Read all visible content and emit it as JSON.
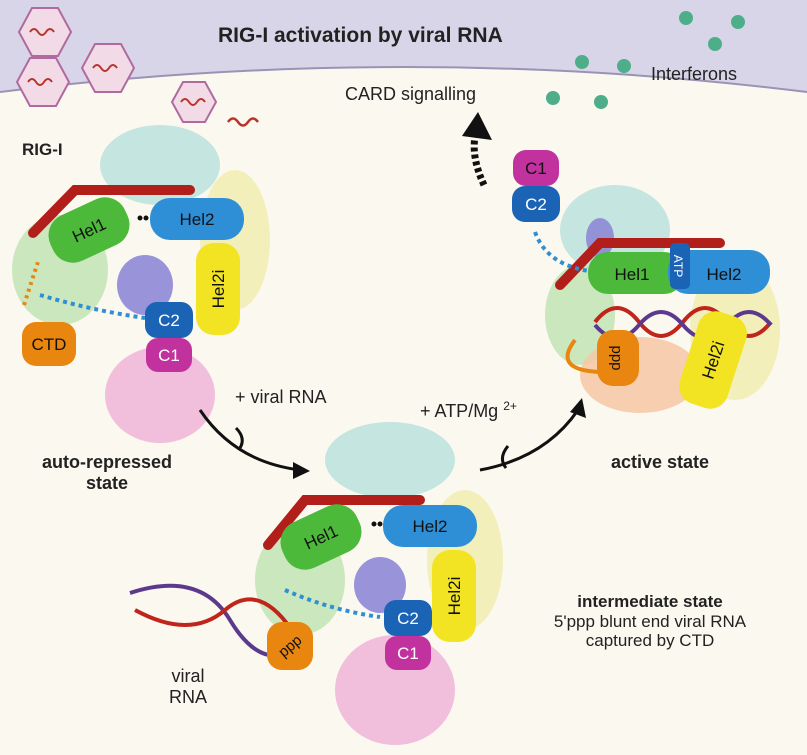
{
  "title": "RIG-I activation by viral RNA",
  "labels": {
    "interferons": "Interferons",
    "card_signalling": "CARD signalling",
    "rig_i": "RIG-I",
    "auto_repressed_line1": "auto-repressed",
    "auto_repressed_line2": "state",
    "active_state": "active state",
    "intermediate_state": "intermediate state",
    "intermediate_desc_line1": "5'ppp blunt end viral RNA",
    "intermediate_desc_line2": "captured by CTD",
    "plus_viral_rna": "+ viral RNA",
    "plus_atp_mg": "+ ATP/Mg",
    "atp_mg_superscript": "2+",
    "viral_line1": "viral",
    "viral_line2": "RNA"
  },
  "domains": {
    "hel1": "Hel1",
    "hel2": "Hel2",
    "hel2i": "Hel2i",
    "c1": "C1",
    "c2": "C2",
    "ctd": "CTD",
    "ppp": "ppp",
    "atp": "ATP"
  },
  "colors": {
    "hel1": "#4cb93a",
    "hel2": "#2f8fd6",
    "hel2i": "#f2e323",
    "c1": "#c2329e",
    "c2": "#1b63b4",
    "ctd": "#e8860f",
    "rna_red": "#c0251c",
    "rna_purple": "#5b3a8e",
    "membrane": "#d9d5e8",
    "interferon": "#4fae8a"
  }
}
